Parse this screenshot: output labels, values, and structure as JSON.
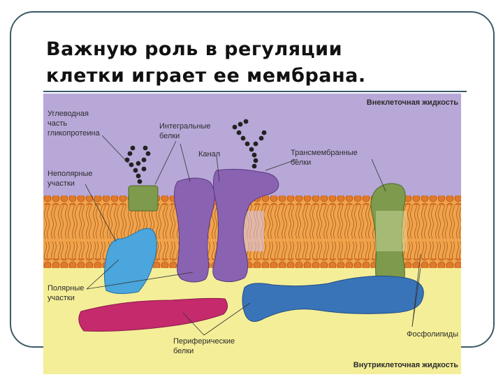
{
  "slide": {
    "title_line1": "Важную роль в регуляции",
    "title_line2": "клетки играет ее мембрана."
  },
  "diagram": {
    "labels": {
      "extracellular": "Внеклеточная жидкость",
      "intracellular": "Внутриклеточная жидкость",
      "glyco_1": "Углеводная",
      "glyco_2": "часть",
      "glyco_3": "гликопротеина",
      "integral_1": "Интегральные",
      "integral_2": "белки",
      "channel": "Канал",
      "transmembrane_1": "Трансмембранные",
      "transmembrane_2": "белки",
      "nonpolar_1": "Неполярные",
      "nonpolar_2": "участки",
      "polar_1": "Полярные",
      "polar_2": "участки",
      "phospholipids": "Фосфолипиды",
      "peripheral_1": "Периферические",
      "peripheral_2": "белки"
    },
    "colors": {
      "extracellular_bg": "#b8a8d8",
      "intracellular_bg": "#f4ee98",
      "lipid_core": "#f2a34a",
      "lipid_head": "#e07a2c",
      "green_protein": "#7e9a4c",
      "purple_protein": "#8a62b2",
      "blue_protein": "#4aa6dc",
      "magenta_protein": "#c42a6c",
      "peripheral_blue": "#3a74b8"
    }
  }
}
